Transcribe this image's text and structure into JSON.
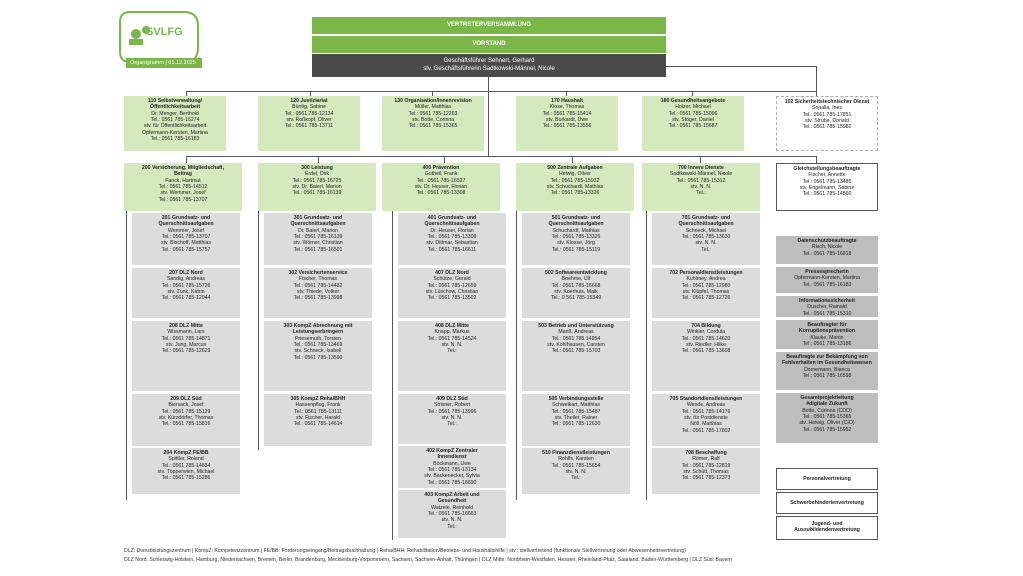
{
  "logo": {
    "name": "SVLFG",
    "date_label": "Organigramm | 01.12.2025"
  },
  "top": {
    "assembly": "VERTRETERVERSAMMLUNG",
    "board": "VORSTAND",
    "exec_line1": "Geschäftsführer   Sehnert, Gerhard",
    "exec_line2": "stv. Geschäftsführerin   Sadtkowski-Männel, Nicole"
  },
  "row1": [
    {
      "title": "110 Selbstverwaltung/\nÖffentlichkeitsarbeit",
      "lines": [
        "Dr. Menger, Berthold",
        "Tel.: 0561 785-16274",
        "stv. für Öffentlichkeitsarbeit",
        "Opfermann-Kersten, Martina",
        "Tel.: 0561 785-16183"
      ]
    },
    {
      "title": "120 Justiziariat",
      "lines": [
        "Büntig, Sabine",
        "Tel.: 0561 785-12134",
        "stv. Roßkopf, Oliver",
        "Tel.: 0561 785-13711"
      ]
    },
    {
      "title": "130 Organisation/Innenrevision",
      "lines": [
        "Müller, Matthias",
        "Tel.: 0561 785-12263",
        "stv. Botte, Corinna",
        "Tel.: 0561 785-15365"
      ]
    },
    {
      "title": "170 Haushalt",
      "lines": [
        "Klose, Thomas",
        "Tel.: 0561 785-15414",
        "stv. Burkardt, Uwe",
        "Tel.: 0561 785-13556"
      ]
    },
    {
      "title": "180 Gesundheitsangebote",
      "lines": [
        "Holzer, Michael",
        "Tel.: 0561 785-15096",
        "stv. Stöger, Daniel",
        "Tel.: 0561 785-15687"
      ]
    },
    {
      "title": "102 Sicherheitstechnischer Dienst",
      "lines": [
        "Sopalla, Ines",
        "Tel.: 0561 785-17851",
        "stv. Strube, Donald",
        "Tel.: 0561 785-15982"
      ]
    }
  ],
  "row2": [
    {
      "title": "200 Versicherung, Mitgliedschaft,\nBeitrag",
      "lines": [
        "Fanck, Hartmut",
        "Tel.: 0561 785-14512",
        "stv. Wemmer, Josef",
        "Tel.: 0561 785-13707"
      ]
    },
    {
      "title": "300 Leistung",
      "lines": [
        "Erdel, Dirk",
        "Tel.: 0561 785-16725",
        "stv. Dr. Baierl, Marion",
        "Tel.: 0561 785-16139"
      ]
    },
    {
      "title": "400 Prävention",
      "lines": [
        "Gutheil, Frank",
        "Tel.: 0561 785-16527",
        "stv. Dr. Heuser, Florian",
        "Tel.: 0561 785-13308"
      ]
    },
    {
      "title": "500 Zentrale Aufgaben",
      "lines": [
        "Heiwig, Oliver",
        "Tel.: 0561 785-15932",
        "stv. Schuchardt, Mathias",
        "Tel.: 0561 785-13326"
      ]
    },
    {
      "title": "700 Innere Dienste",
      "lines": [
        "Sadtkowski-Männel, Nicole",
        "Tel.: 0561 785-15312",
        "stv. N. N.",
        "Tel.:"
      ]
    }
  ],
  "equality": {
    "title": "Gleichstellungsbeauftragte",
    "lines": [
      "Fischer, Annette",
      "Tel.: 0561 785-13485",
      "stv. Engelmann, Sabine",
      "Tel.: 0561 785-14860"
    ]
  },
  "cols": [
    [
      {
        "title": "201 Grundsatz- und\nQuerschnittsaufgaben",
        "lines": [
          "Wemmer, Josef",
          "Tel.: 0561 785-13707",
          "stv. Bischoff, Matthias",
          "Tel.: 0561 785-15757"
        ]
      },
      {
        "title": "207 DLZ Nord",
        "lines": [
          "Sandig, Andreas",
          "Tel.: 0561 785-15726",
          "stv. Zunk, Katrin",
          "Tel.: 0561 785-12044"
        ]
      },
      {
        "title": "208 DLZ Mitte",
        "lines": [
          "Wissmann, Lars",
          "Tel.: 0561 785-14871",
          "stv. Jung, Marcus",
          "Tel.: 0561 785-12629"
        ]
      },
      {
        "title": "209 DLZ Süd",
        "lines": [
          "Biersack, Josef",
          "Tel.: 0561 785-15129",
          "stv. Kürzdörfer, Thomas",
          "Tel.: 0561 785-15816"
        ]
      },
      {
        "title": "204 KompZ FE/BB",
        "lines": [
          "Spittler, Roland",
          "Tel.: 0561 785-14834",
          "stv. Töpperwien, Michael",
          "Tel.: 0561 785-15286"
        ]
      }
    ],
    [
      {
        "title": "301 Grundsatz- und\nQuerschnittsaufgaben",
        "lines": [
          "Dr. Baierl, Marion",
          "Tel.: 0561 785-16139",
          "stv. Wörner, Christian",
          "Tel.: 0561 785-16501"
        ]
      },
      {
        "title": "302 Versichertenservice",
        "lines": [
          "Fischer, Thomas",
          "Tel.: 0561 785-14482",
          "stv. Thiede, Volker",
          "Tel.: 0561 785-13998"
        ]
      },
      {
        "title": "303 KompZ Abrechnung mit\nLeistungserbringern",
        "lines": [
          "Priesemuth, Torsten",
          "Tel.: 0561 785-13469",
          "stv. Schneck, Isabell",
          "Tel.: 0561 785-13590"
        ]
      },
      {
        "title": "305 KompZ Reha/BHH",
        "lines": [
          "Hassenpflug, Frank",
          "Tel.: 0561 785-13111",
          "stv. Fischer, Harald",
          "Tel.: 0561 785-14614"
        ]
      }
    ],
    [
      {
        "title": "401 Grundsatz- und\nQuerschnittsaufgaben",
        "lines": [
          "Dr. Heuser, Florian",
          "Tel.: 0561 785-13308",
          "stv. Dittmar, Sebastian",
          "Tel.: 0561 785-16611"
        ]
      },
      {
        "title": "407 DLZ Nord",
        "lines": [
          "Schütze, Gerald",
          "Tel.: 0561 785-12659",
          "stv. Lüschow, Christian",
          "Tel.: 0561 785-13502"
        ]
      },
      {
        "title": "408 DLZ Mitte",
        "lines": [
          "Knapp, Markus",
          "Tel.: 0561 785-14524",
          "stv. N. N.",
          "Tel.:"
        ]
      },
      {
        "title": "409 DLZ Süd",
        "lines": [
          "Strixner, Robert",
          "Tel.: 0561 785-13996",
          "stv. N. N.",
          "Tel.:"
        ]
      },
      {
        "title": "402 KompZ Zentraler\nInnendienst",
        "lines": [
          "Böckmann, Uwe",
          "Tel.: 0561 785-13134",
          "stv. Backenecker, Sylvia",
          "Tel.: 0561 785-16690"
        ]
      },
      {
        "title": "403 KompZ Arbeit und\nGesundheit",
        "lines": [
          "Watzele, Reinhold",
          "Tel.: 0561 785-16663",
          "stv. N. N.",
          "Tel.:"
        ]
      }
    ],
    [
      {
        "title": "501 Grundsatz- und\nQuerschnittsaufgaben",
        "lines": [
          "Schuchardt, Mathias",
          "Tel.: 0561 785-13326",
          "stv. Klosse, Jörg",
          "Tel.: 0561 785-15119"
        ]
      },
      {
        "title": "502 Softwareentwicklung",
        "lines": [
          "Boehme, Ulf",
          "Tel.: 0561 785-16668",
          "stv. Koerhuis, Maik",
          "Tel.: 0 561 785-15349"
        ]
      },
      {
        "title": "503 Betrieb und Unterstützung",
        "lines": [
          "Manß, Andreas",
          "Tel.: 0561 785 14954",
          "stv. Kohlhausen, Carsten",
          "Tel.: 0561 785-15703"
        ]
      },
      {
        "title": "505 Verbindungsstelle",
        "lines": [
          "Schweikart, Matthias",
          "Tel.: 0561 785-15487",
          "stv. Theiler, Rainer",
          "Tel.: 0561 785-12630"
        ]
      },
      {
        "title": "510 Finanzdienstleistungen",
        "lines": [
          "Rohlfs, Karsten",
          "Tel.: 0561 785-15654",
          "stv. N. N.",
          "Tel.:"
        ]
      }
    ],
    [
      {
        "title": "701 Grundsatz- und\nQuerschnittsaufgaben",
        "lines": [
          "Schneck, Michael",
          "Tel.: 0561 785-13630",
          "stv. N. N.",
          "Tel.:"
        ]
      },
      {
        "title": "702 Personaldienstleistungen",
        "lines": [
          "Kuhlmey, Andrea",
          "Tel.: 0561 785-12980",
          "stv. Klüpfel, Thomas",
          "Tel.: 0561 785-12726"
        ]
      },
      {
        "title": "704 Bildung",
        "lines": [
          "Winkler, Cordula",
          "Tel.: 0561 785-14620",
          "stv. Riedler, Hilke",
          "Tel.: 0561 785-13608"
        ]
      },
      {
        "title": "705 Standortdienstleistungen",
        "lines": [
          "Wende, Andreas",
          "Tel.: 0561 785-14176",
          "stv. für Postdienste",
          "Nöll, Matthias",
          "Tel.: 0561 785-17802"
        ]
      },
      {
        "title": "708 Beschaffung",
        "lines": [
          "Römer, Ralf",
          "Tel.: 0561 785-12819",
          "stv. Schütt, Thomas",
          "Tel.: 0561 785-12373"
        ]
      }
    ]
  ],
  "side": [
    {
      "title": "Datenschutzbeauftragte",
      "lines": [
        "Risch, Nicole",
        "Tel.: 0561 785-16818"
      ]
    },
    {
      "title": "Pressesprecherin",
      "lines": [
        "Opfermann-Kersten, Martina",
        "Tel.: 0561 785-16183"
      ]
    },
    {
      "title": "Informationssicherheit",
      "lines": [
        "Duscher, Rainald",
        "Tel.: 0561 785-15310"
      ]
    },
    {
      "title": "Beauftragter für\nKorruptionsprävention",
      "lines": [
        "Klauke, Martin",
        "Tel.: 0561 785-13186"
      ]
    },
    {
      "title": "Beauftragte zur Bekämpfung von\nFehlverhalten im Gesundheitswesen",
      "lines": [
        "Dornemann, Bianca",
        "Tel.: 0561 785-16598"
      ]
    },
    {
      "title": "Gesamtprojektleitung\n#digitale Zukunft",
      "lines": [
        "Botte, Corinna (CDO)",
        "Tel.: 0561 785-15365",
        "stv. Heiwig, Oliver (CIO)",
        "Tel.: 0561 785-15952"
      ]
    }
  ],
  "reps": [
    "Personalvertretung",
    "Schwerbehindertenvertretung",
    "Jugend- und\nAuszubildendenvertretung"
  ],
  "footer": {
    "line1": "DLZ: Dienstleistungszentrum | KompZ: Kompetenzzentrum | FE/BB: Förderungseingang/Beitragsbuchhaltung | Reha/BHH: Rehabilitation/Betriebs- und Haushaltshilfe | stv.: stellvertretend (funktionale Stellvertretung oder Abwesenheitsvertretung)",
    "line2": "DLZ Nord: Schleswig-Holstein, Hamburg, Niedersachsen, Bremen, Berlin, Brandenburg, Mecklenburg-Vorpommern, Sachsen, Sachsen-Anhalt, Thüringen | DLZ Mitte: Nordrhein-Westfalen, Hessen, Rheinland-Pfalz, Saarland, Baden-Württemberg | DLZ Süd: Bayern"
  },
  "colors": {
    "green": "#7ab648",
    "light_green": "#d4e9bd",
    "gray": "#dcdcdc",
    "dark_gray": "#bdbdbd",
    "dark": "#4a4a4a"
  }
}
